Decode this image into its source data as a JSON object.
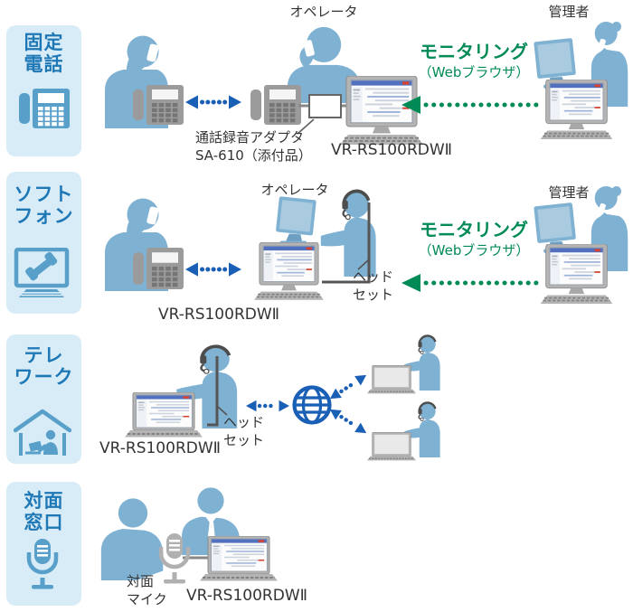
{
  "colors": {
    "panel_bg": "#d8ecf7",
    "panel_text": "#1f78b6",
    "panel_icon_blue": "#58a0ca",
    "silhouette_blue": "#7fb1d2",
    "device_gray": "#9b9b9b",
    "call_arrow_blue": "#1a5fb6",
    "monitoring_green": "#008a55",
    "label_text": "#333333"
  },
  "sidebar": {
    "items": [
      {
        "label": "固定\n電話",
        "icon": "desk-phone-icon"
      },
      {
        "label": "ソフト\nフォン",
        "icon": "softphone-icon"
      },
      {
        "label": "テレ\nワーク",
        "icon": "telework-house-icon"
      },
      {
        "label": "対面\n窓口",
        "icon": "microphone-icon"
      }
    ]
  },
  "shared": {
    "operator": "オペレータ",
    "manager": "管理者",
    "monitoring": "モニタリング",
    "web_browser": "（Webブラウザ）",
    "device": "VR-RS100RDWⅡ",
    "headset": "ヘッド\nセット"
  },
  "row_fixed_phone": {
    "adapter": "通話録音アダプタ\nSA-610（添付品）"
  },
  "row_counter": {
    "face_mic": "対面\nマイク"
  },
  "icons": [
    "desk-phone-icon",
    "softphone-icon",
    "telework-house-icon",
    "microphone-icon",
    "customer-silhouette",
    "operator-silhouette",
    "manager-silhouette",
    "pc-monitor-icon",
    "laptop-icon",
    "headset-icon",
    "internet-globe-icon",
    "recording-adapter-box",
    "call-arrow",
    "monitoring-arrow",
    "counter-mic-icon"
  ]
}
